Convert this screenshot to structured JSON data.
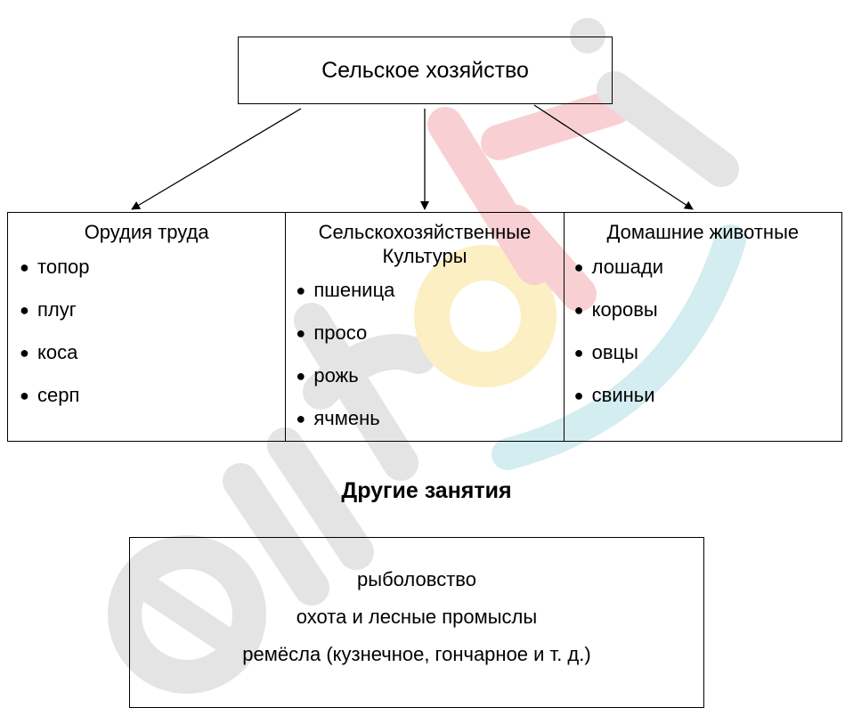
{
  "root": {
    "title": "Сельское хозяйство"
  },
  "columns": [
    {
      "title": "Орудия труда",
      "items": [
        "топор",
        "плуг",
        "коса",
        "серп"
      ]
    },
    {
      "title": "Сельскохозяйственные Культуры",
      "items": [
        "пшеница",
        "просо",
        "рожь",
        "ячмень"
      ]
    },
    {
      "title": "Домашние животные",
      "items": [
        "лошади",
        "коровы",
        "овцы",
        "свиньи"
      ]
    }
  ],
  "bullet": "●",
  "other": {
    "title": "Другие занятия",
    "items": [
      "рыболовство",
      "охота и лесные промыслы",
      "ремёсла (кузнечное, гончарное и т. д.)"
    ]
  },
  "colors": {
    "line": "#000000",
    "wm_gray": "#e4e4e4",
    "wm_pink": "#f8d0d3",
    "wm_yellow": "#fbefc3",
    "wm_blue": "#d3edf0"
  }
}
